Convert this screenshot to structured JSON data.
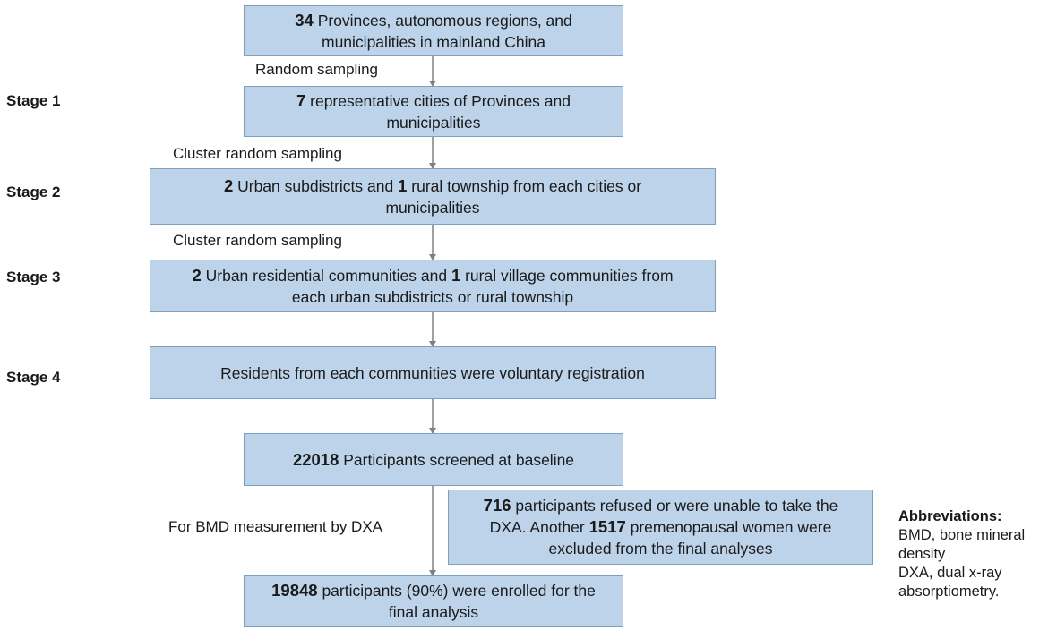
{
  "boxes": {
    "provinces": {
      "line1": {
        "bold": "34",
        "text": " Provinces, autonomous regions, and"
      },
      "line2": "municipalities in mainland China"
    },
    "cities": {
      "line1": {
        "bold": "7",
        "text": " representative cities of Provinces and"
      },
      "line2": "municipalities"
    },
    "subdistricts": {
      "line1": {
        "bold1": "2",
        "text1": " Urban subdistricts and ",
        "bold2": "1",
        "text2": " rural township from each cities or"
      },
      "line2": "municipalities"
    },
    "communities": {
      "line1": {
        "bold1": "2",
        "text1": " Urban residential communities and ",
        "bold2": "1",
        "text2": " rural village communities from"
      },
      "line2": "each urban subdistricts or rural township"
    },
    "residents": {
      "line1": "Residents from each communities were voluntary registration"
    },
    "screened": {
      "line1": {
        "bold": "22018",
        "text": " Participants screened at baseline"
      }
    },
    "excluded": {
      "line1": {
        "bold": "716",
        "text": " participants refused or were unable to take the"
      },
      "line2": {
        "text1": "DXA. Another ",
        "bold": "1517",
        "text2": " premenopausal women were"
      },
      "line3": "excluded from the final analyses"
    },
    "enrolled": {
      "line1": {
        "bold": "19848",
        "text": " participants (90%) were enrolled for the"
      },
      "line2": "final analysis"
    }
  },
  "stages": [
    "Stage 1",
    "Stage 2",
    "Stage 3",
    "Stage 4"
  ],
  "edge_labels": {
    "random_sampling": "Random sampling",
    "cluster_1": "Cluster random sampling",
    "cluster_2": "Cluster random sampling",
    "dxa": "For BMD measurement by DXA"
  },
  "abbreviations": {
    "title": "Abbreviations:",
    "lines": [
      "BMD, bone mineral",
      "density",
      "DXA, dual x-ray",
      "absorptiometry."
    ]
  },
  "colors": {
    "box_fill": "#bcd3ea",
    "box_border": "#7f9fbf",
    "arrow": "#808080"
  }
}
